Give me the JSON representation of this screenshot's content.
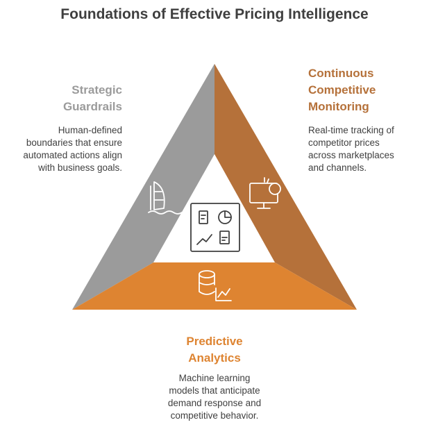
{
  "title": "Foundations of Effective Pricing Intelligence",
  "colors": {
    "left_side": "#9b9b9b",
    "right_side": "#b5713a",
    "bottom_side": "#de8431",
    "left_heading": "#9b9b9b",
    "right_heading": "#b5713a",
    "bottom_heading": "#de8431",
    "icon": "#ffffff",
    "center_icon": "#3f3f3f",
    "text": "#3f3f3f"
  },
  "sections": {
    "strategic": {
      "heading": "Strategic\nGuardrails",
      "description": "Human-defined\nboundaries that ensure\nautomated actions align\nwith business goals.",
      "icon": "sailboat-icon"
    },
    "monitoring": {
      "heading": "Continuous\nCompetitive\nMonitoring",
      "description": "Real-time tracking of\ncompetitor prices\nacross marketplaces\nand channels.",
      "icon": "monitor-icon"
    },
    "predictive": {
      "heading": "Predictive\nAnalytics",
      "description": "Machine learning\nmodels that anticipate\ndemand response and\ncompetitive behavior.",
      "icon": "database-chart-icon"
    }
  },
  "center": {
    "icon": "dashboard-icon"
  }
}
